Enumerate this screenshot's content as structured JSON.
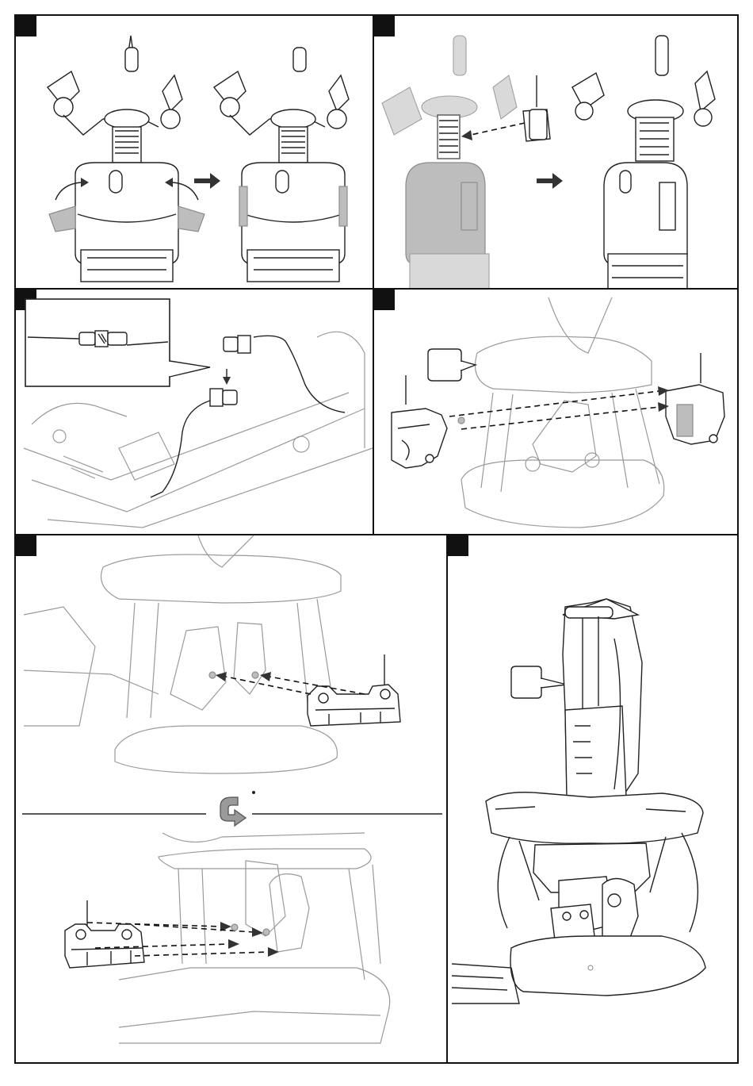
{
  "steps": [
    {
      "id": "step-1",
      "callouts": []
    },
    {
      "id": "step-2",
      "callouts": []
    },
    {
      "id": "step-3",
      "callouts": []
    },
    {
      "id": "step-4",
      "callouts": []
    },
    {
      "id": "step-5",
      "callouts": []
    },
    {
      "id": "step-6",
      "callouts": []
    }
  ],
  "icons": {
    "rotate": "rotate-view-icon",
    "step_arrow": "next-arrow-icon"
  },
  "colors": {
    "line": "#222222",
    "ghost": "#9a9a9a",
    "badge": "#111111",
    "arrow": "#333333"
  }
}
